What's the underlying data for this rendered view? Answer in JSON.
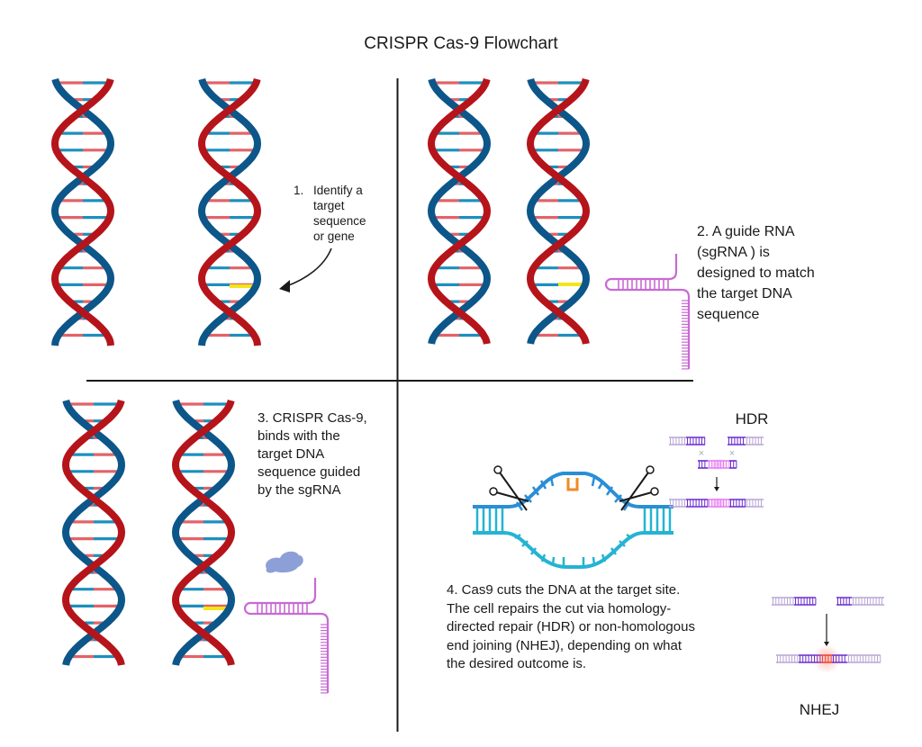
{
  "title": "CRISPR Cas-9 Flowchart",
  "colors": {
    "dna_strand_red": "#b5141a",
    "dna_strand_blue": "#0c5689",
    "base_red": "#e26368",
    "base_blue": "#1c8fbd",
    "target_base": "#f2e61a",
    "sgrna": "#c86ad4",
    "cas9": "#8c9fd6",
    "divider": "#1a1a1a",
    "cut_dna_top": "#2a8ed6",
    "cut_dna_bottom": "#25b3d3",
    "cut_marker": "#f08a24",
    "repair_light": "#b9a6d6",
    "repair_dark": "#6a2ccf",
    "repair_donor": "#e07af0",
    "nhej_indel": "#e8483c"
  },
  "panels": [
    {
      "id": "identify",
      "step_number": "1.",
      "text": "Identify a\ntarget\nsequence\nor gene",
      "icons": [
        "dna-helix-icon",
        "dna-helix-target-icon",
        "curved-arrow-icon"
      ]
    },
    {
      "id": "guide",
      "text": "2. A guide RNA\n(sgRNA ) is\ndesigned to match\nthe target DNA\nsequence",
      "icons": [
        "dna-helix-icon",
        "dna-helix-target-icon",
        "sgrna-icon"
      ]
    },
    {
      "id": "bind",
      "text": "3. CRISPR Cas-9,\nbinds with the\ntarget DNA\nsequence guided\nby the sgRNA",
      "icons": [
        "dna-helix-icon",
        "dna-helix-target-icon",
        "cas9-protein-icon",
        "sgrna-icon"
      ]
    },
    {
      "id": "cut",
      "text": "4. Cas9 cuts the DNA at the target site.\nThe cell repairs the cut via homology-\ndirected repair (HDR) or non-homologous\nend joining (NHEJ), depending on what\nthe desired outcome is.",
      "icons": [
        "dna-bubble-icon",
        "scissors-icon",
        "scissors-icon",
        "hdr-repair-icon",
        "nhej-repair-icon"
      ]
    }
  ],
  "repair": {
    "hdr_label": "HDR",
    "nhej_label": "NHEJ"
  }
}
